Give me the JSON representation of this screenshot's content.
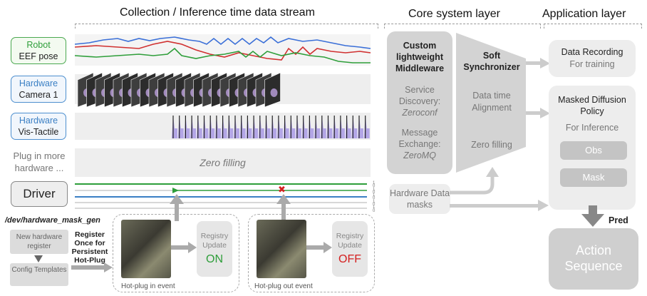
{
  "headers": {
    "collection": "Collection / Inference time data stream",
    "core": "Core system layer",
    "application": "Application layer"
  },
  "rows": {
    "robot": {
      "line1": "Robot",
      "line2": "EEF pose"
    },
    "camera": {
      "line1": "Hardware",
      "line2": "Camera 1"
    },
    "tactile": {
      "line1": "Hardware",
      "line2": "Vis-Tactile"
    },
    "plug_more": {
      "line1": "Plug in more",
      "line2": "hardware ..."
    },
    "zero_filling": "Zero filling"
  },
  "driver": {
    "label": "Driver",
    "path": "/dev/hardware_mask_gen",
    "mask_levels": [
      "1",
      "0",
      "1",
      "0",
      "1",
      "0",
      "1",
      "0",
      "1",
      "0"
    ]
  },
  "registration": {
    "new_hw": "New hardware register",
    "config": "Config Templates",
    "note": [
      "Register",
      "Once for",
      "Persistent",
      "Hot-Plug"
    ]
  },
  "hotplug_in": {
    "caption": "Hot-plug in event",
    "registry": "Registry Update",
    "state": "ON"
  },
  "hotplug_out": {
    "caption": "Hot-plug out event",
    "registry": "Registry Update",
    "state": "OFF"
  },
  "core": {
    "middleware_title": "Custom lightweight Middleware",
    "service": "Service Discovery:",
    "service_impl": "Zeroconf",
    "message": "Message Exchange:",
    "message_impl": "ZeroMQ",
    "sync_title": "Soft Synchronizer",
    "alignment": "Data time Alignment",
    "zero_filling": "Zero filling",
    "hw_masks": "Hardware Data masks"
  },
  "application": {
    "recording_title": "Data Recording",
    "recording_sub": "For training",
    "policy_title": "Masked Diffusion Policy",
    "policy_sub": "For Inference",
    "obs": "Obs",
    "mask": "Mask",
    "pred": "Pred",
    "action": "Action Sequence"
  },
  "colors": {
    "green": "#2e9e3a",
    "blue": "#3a7fc4",
    "red": "#d42020",
    "grey_box": "#d3d3d3",
    "light_box": "#ededed",
    "tactile": "#b3a6e6"
  }
}
